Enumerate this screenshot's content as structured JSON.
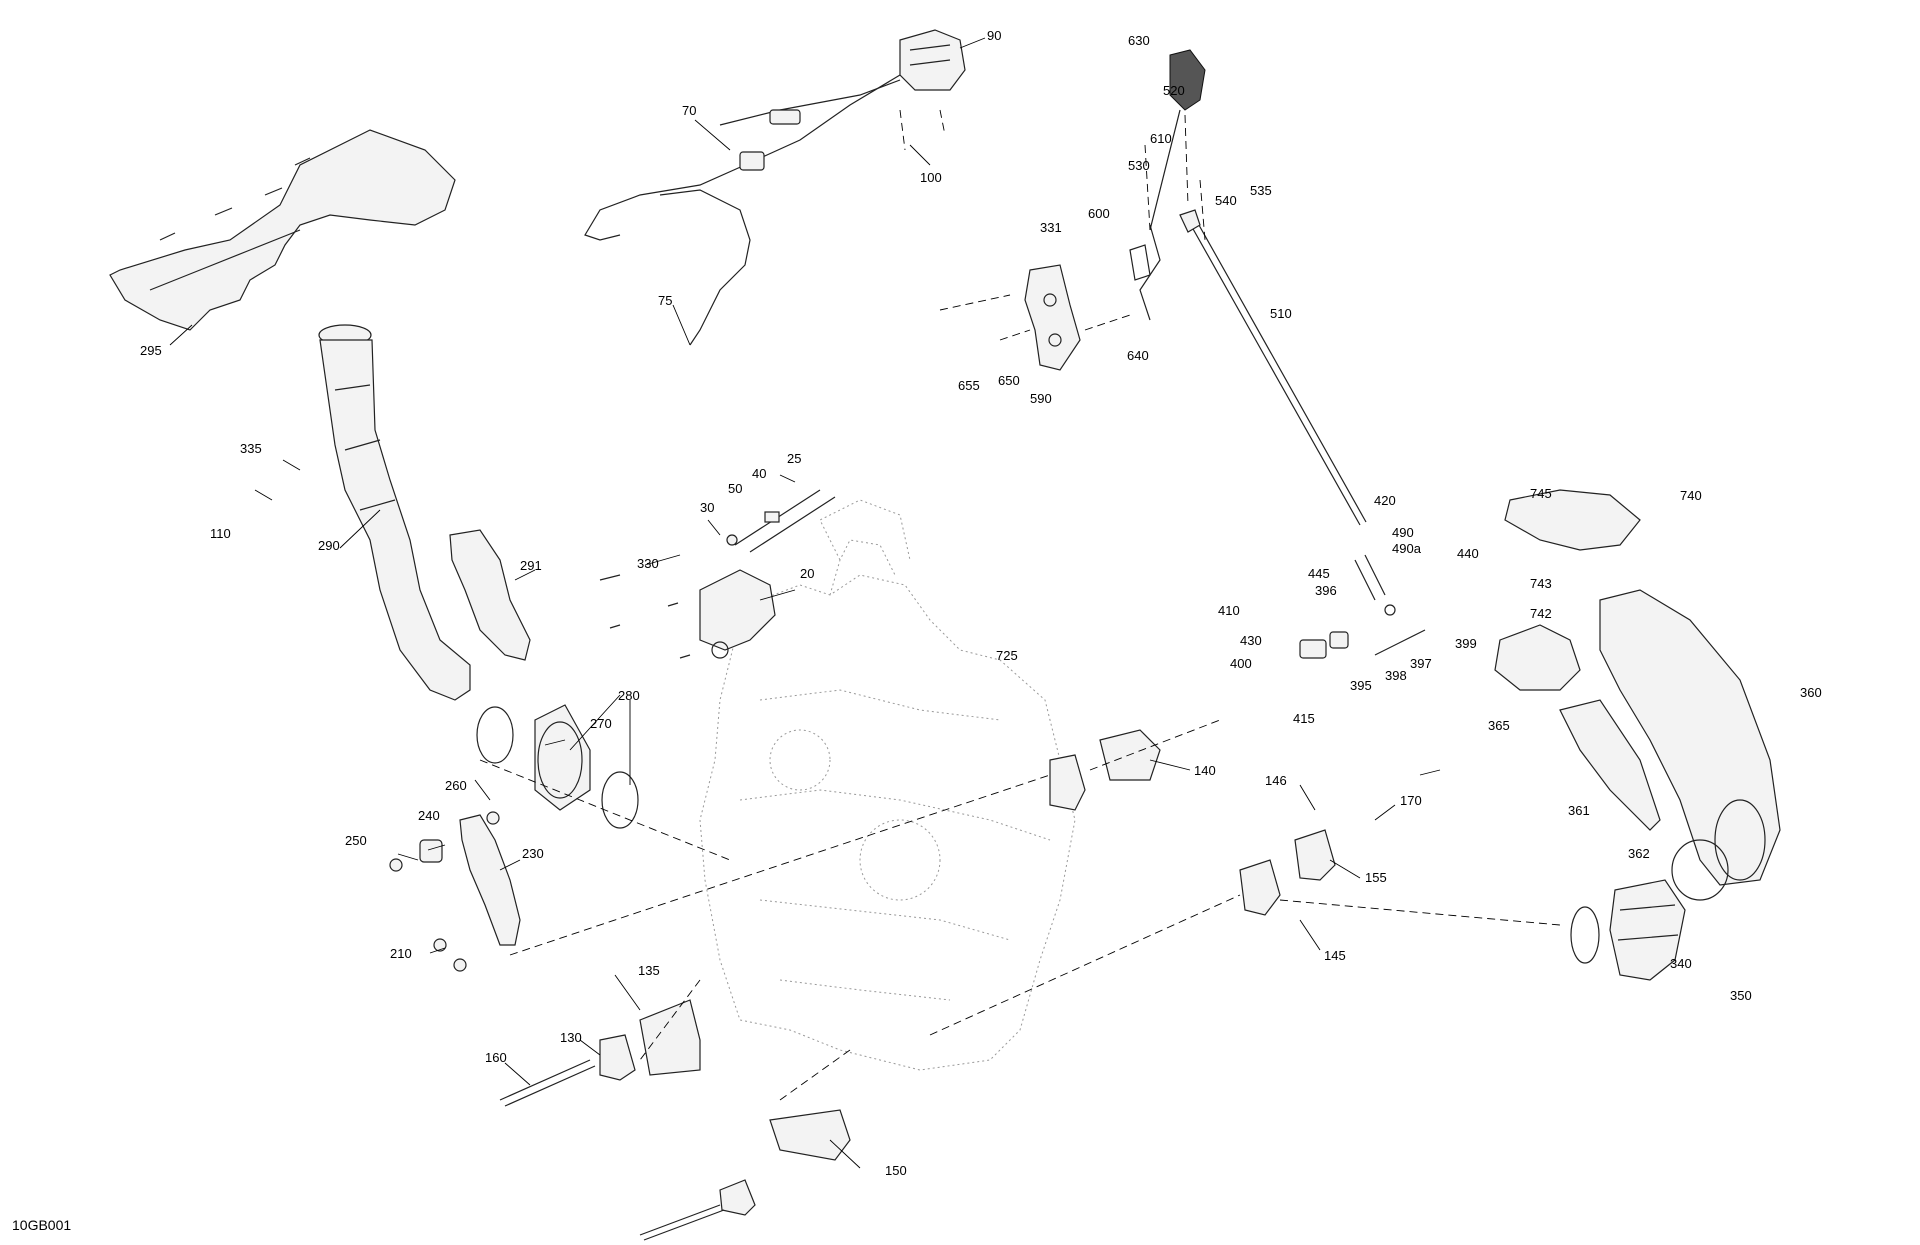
{
  "diagram": {
    "drawing_code": "10GB001",
    "callouts": [
      "20",
      "25",
      "30",
      "40",
      "50",
      "70",
      "75",
      "90",
      "100",
      "110",
      "130",
      "135",
      "140",
      "145",
      "146",
      "150",
      "155",
      "160",
      "170",
      "210",
      "230",
      "240",
      "250",
      "260",
      "270",
      "280",
      "290",
      "291",
      "295",
      "330",
      "331",
      "335",
      "340",
      "350",
      "360",
      "361",
      "362",
      "365",
      "395",
      "396",
      "397",
      "398",
      "399",
      "400",
      "410",
      "415",
      "420",
      "430",
      "440",
      "445",
      "490",
      "490a",
      "510",
      "520",
      "530",
      "535",
      "540",
      "590",
      "600",
      "610",
      "630",
      "640",
      "650",
      "655",
      "725",
      "740",
      "742",
      "743",
      "745"
    ]
  }
}
